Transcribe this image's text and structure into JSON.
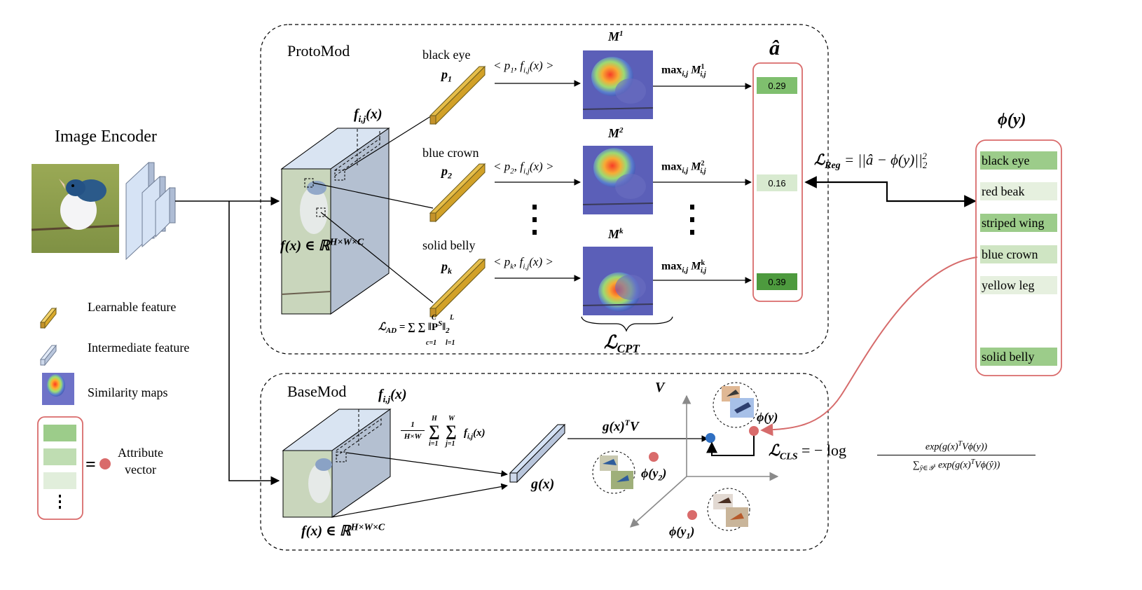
{
  "encoder": {
    "title": "Image Encoder"
  },
  "protomod": {
    "title": "ProtoMod",
    "feature_map": {
      "fij": "f",
      "fij_sub": "i,j",
      "fij_arg": "(x)",
      "fx": "f(x) ∈ ℝ",
      "fx_sup": "H×W×C"
    },
    "prototypes": [
      {
        "attribute": "black eye",
        "p": "p",
        "p_sub": "1",
        "inner": "< p",
        "inner_sub": "1",
        "inner_rest": ", f",
        "inner_sub2": "i,j",
        "inner_end": "(x) >",
        "map": "M",
        "map_sup": "1",
        "max": "max",
        "max_sub": "i,j",
        "maxM": "M",
        "maxM_sup": "1",
        "maxM_sub": "i,j"
      },
      {
        "attribute": "blue crown",
        "p": "p",
        "p_sub": "2",
        "inner": "< p",
        "inner_sub": "2",
        "inner_rest": ", f",
        "inner_sub2": "i,j",
        "inner_end": "(x) >",
        "map": "M",
        "map_sup": "2",
        "max": "max",
        "max_sub": "i,j",
        "maxM": "M",
        "maxM_sup": "2",
        "maxM_sub": "i,j"
      },
      {
        "attribute": "solid belly",
        "p": "p",
        "p_sub": "k",
        "inner": "< p",
        "inner_sub": "k",
        "inner_rest": ", f",
        "inner_sub2": "i,j",
        "inner_end": "(x) >",
        "map": "M",
        "map_sup": "k",
        "max": "max",
        "max_sub": "i,j",
        "maxM": "M",
        "maxM_sup": "k",
        "maxM_sub": "i,j"
      }
    ],
    "loss_ad": "ℒ",
    "loss_ad_sub": "AD",
    "loss_ad_rest": "= ∑ ∑ ‖P",
    "loss_ad_sup": "S",
    "loss_ad_end": "‖",
    "loss_ad_norm": "2",
    "loss_ad_c_top": "C",
    "loss_ad_c_bot": "c=1",
    "loss_ad_l_top": "L",
    "loss_ad_l_bot": "l=1",
    "loss_cpt": "ℒ",
    "loss_cpt_sub": "CPT"
  },
  "ahat": {
    "label": "â",
    "values": [
      "0.29",
      "0.16",
      "0.39"
    ],
    "colors": [
      "#7fbf6e",
      "#d8ead0",
      "#4d9a3e"
    ]
  },
  "reg_loss": {
    "L": "ℒ",
    "sub": "Reg",
    "rest": "= ||â − ϕ(y)||",
    "sub2": "2",
    "sup2": "2"
  },
  "phi": {
    "label": "ϕ(y)",
    "items": [
      {
        "text": "black eye",
        "color": "#9ccc8a"
      },
      {
        "text": "red beak",
        "color": "#e6f0df"
      },
      {
        "text": "striped wing",
        "color": "#9ccc8a"
      },
      {
        "text": "blue crown",
        "color": "#cfe5c3"
      },
      {
        "text": "yellow leg",
        "color": "#e6f0df"
      },
      {
        "text": "solid belly",
        "color": "#9ccc8a"
      }
    ]
  },
  "legend": {
    "learnable": "Learnable feature",
    "intermediate": "Intermediate feature",
    "similarity": "Similarity maps",
    "attribute_line1": "Attribute",
    "attribute_line2": "vector",
    "equals": "="
  },
  "basemod": {
    "title": "BaseMod",
    "fij": "f",
    "fij_sub": "i,j",
    "fij_arg": "(x)",
    "fx": "f(x) ∈ ℝ",
    "fx_sup": "H×W×C",
    "pool_frac_top": "1",
    "pool_frac_bot": "H×W",
    "pool_h": "H",
    "pool_i": "i=1",
    "pool_w": "W",
    "pool_j": "j=1",
    "pool_f": "f",
    "pool_f_sub": "i,j",
    "pool_x": "(x)",
    "gx": "g(x)",
    "gTV": "g(x)",
    "gTV_sup": "T",
    "gTV_end": "V",
    "V": "V",
    "phi_y": "ϕ(y)",
    "phi_y1": "ϕ(y",
    "phi_y1_sub": "1",
    "phi_y2": "ϕ(y",
    "phi_y2_sub": "2",
    "close": ")",
    "cls": "ℒ",
    "cls_sub": "CLS",
    "cls_eq": "= − log",
    "cls_num": "exp(g(x)",
    "cls_num_sup": "T",
    "cls_num_end": "Vϕ(y))",
    "cls_den": "∑",
    "cls_den_sub": "ŷ∈𝒴",
    "cls_den_sub_sup": "s",
    "cls_den_rest": " exp(g(x)",
    "cls_den_sup": "T",
    "cls_den_end": "Vϕ(ŷ))"
  }
}
